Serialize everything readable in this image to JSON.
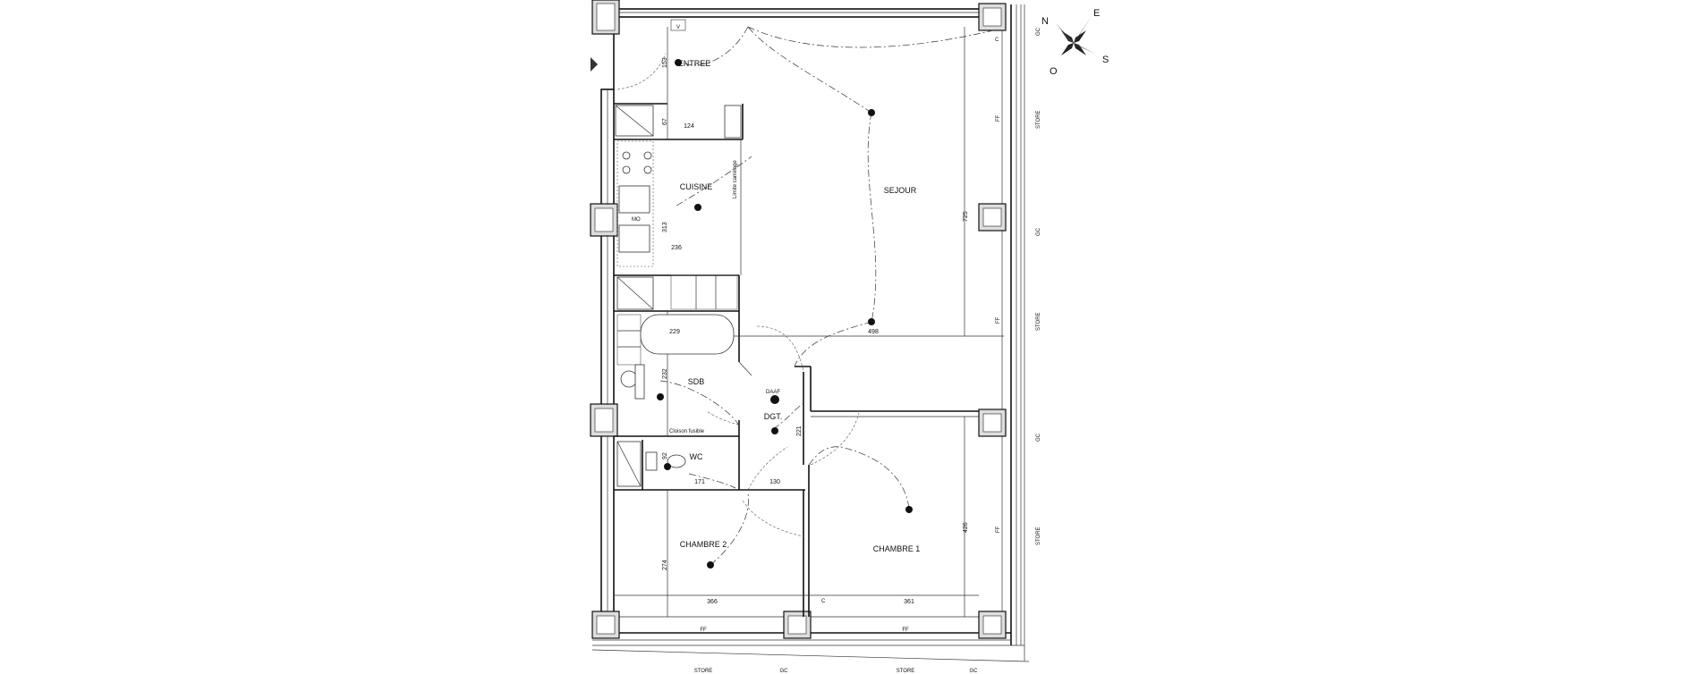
{
  "rooms": {
    "entree": "ENTREE",
    "cuisine": "CUISINE",
    "sejour": "SEJOUR",
    "sdb": "SDB",
    "dgt": "DGT.",
    "wc": "WC",
    "chambre1": "CHAMBRE 1",
    "chambre2": "CHAMBRE 2"
  },
  "notes": {
    "limite_carrelage": "Limite carrelage",
    "cloison_fusible": "Cloison fusible",
    "daaf": "DAAF",
    "mo": "MO"
  },
  "dimensions": {
    "d153": "153",
    "d67": "67",
    "d124": "124",
    "d313": "313",
    "d236": "236",
    "d229": "229",
    "d232": "232",
    "d92": "92",
    "d171": "171",
    "d130": "130",
    "d221": "221",
    "d725": "725",
    "d498": "498",
    "d426": "426",
    "d274": "274",
    "d366": "366",
    "d361": "361"
  },
  "facade": {
    "store": "STORE",
    "gc": "GC",
    "ff": "FF",
    "v": "V",
    "c": "C"
  },
  "compass": {
    "n": "N",
    "e": "E",
    "s": "S",
    "o": "O"
  }
}
